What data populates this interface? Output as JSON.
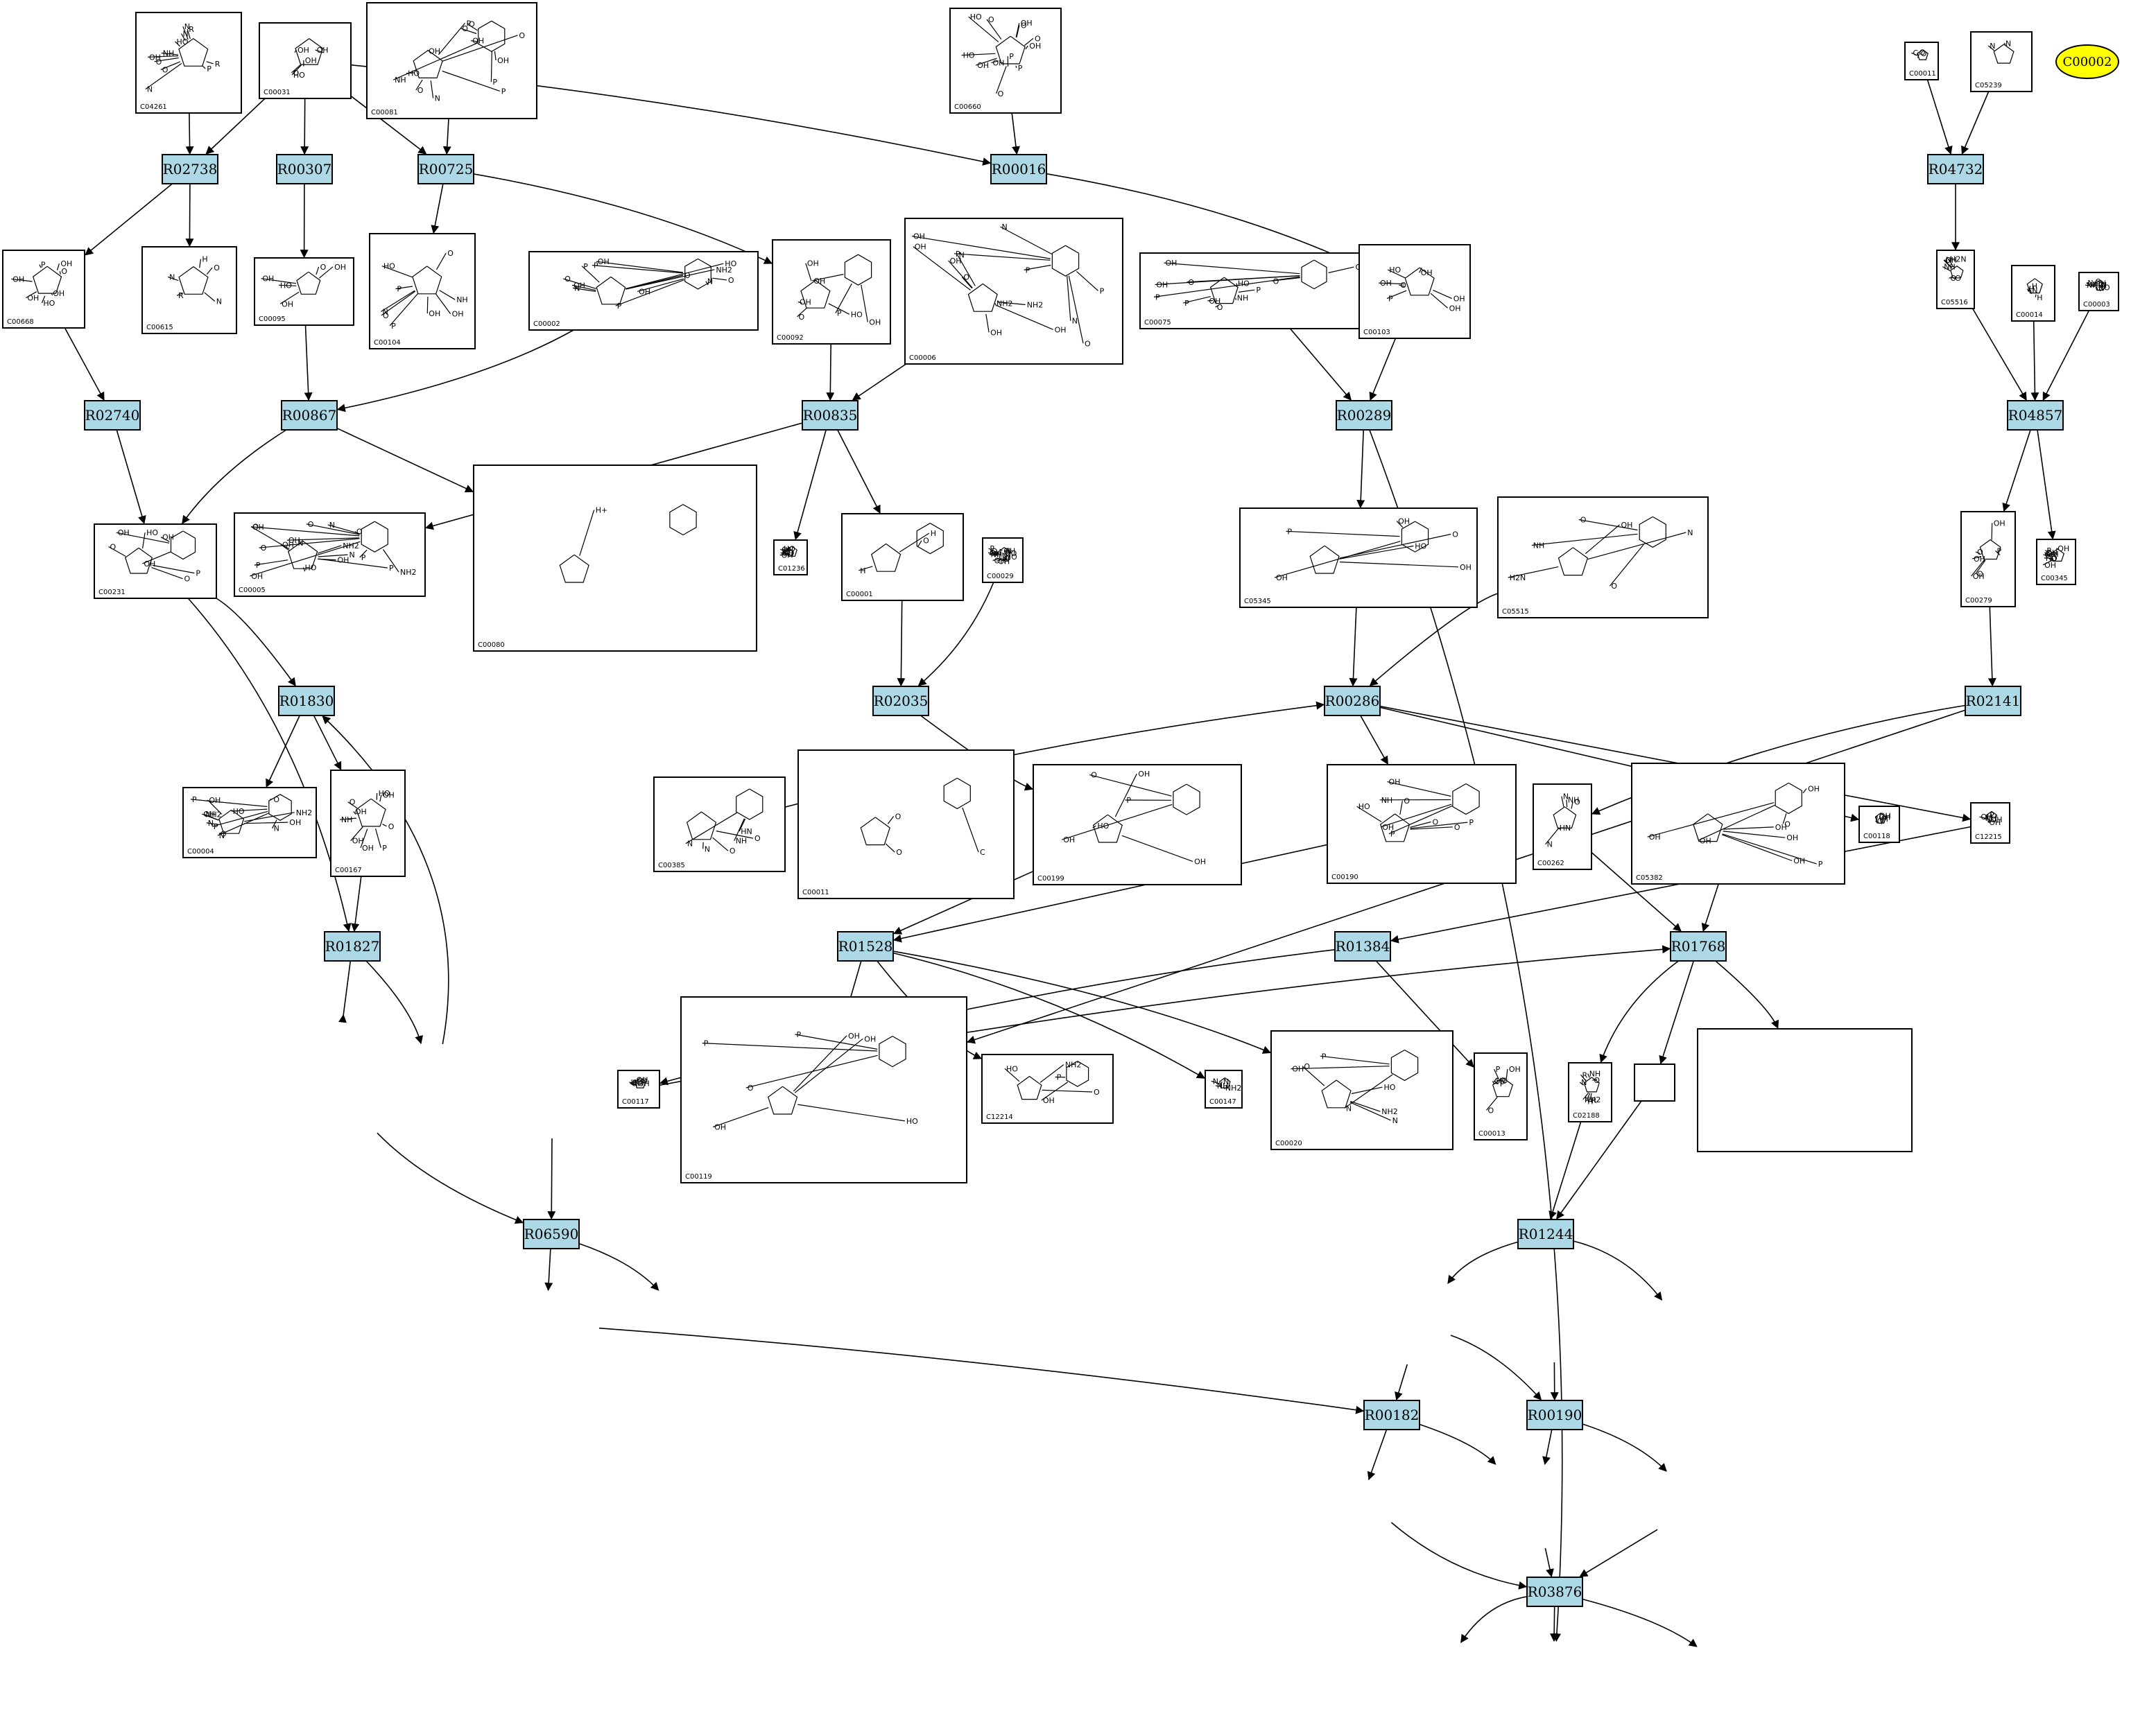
{
  "colors": {
    "reaction_fill": "#add8e6",
    "target_fill": "#ffff00",
    "stroke": "#000000",
    "background": "#ffffff"
  },
  "target": {
    "label": "C00002"
  },
  "reactions": [
    "R02738",
    "R00307",
    "R00725",
    "R00016",
    "R04732",
    "R02740",
    "R00867",
    "R00835",
    "R00289",
    "R04857",
    "R01830",
    "R02035",
    "R00286",
    "R02141",
    "R01827",
    "R01528",
    "R01384",
    "R01768",
    "R06590",
    "R01244",
    "R00182",
    "R00190",
    "R03876"
  ],
  "compounds": [
    {
      "label": "C04261",
      "atoms": [
        "R",
        "NH",
        "N",
        "R",
        "HO",
        "P",
        "OH",
        "O",
        "O",
        "N",
        "N"
      ]
    },
    {
      "label": "C00031",
      "atoms": [
        "HO",
        "OH",
        "OH",
        "OH",
        "O"
      ]
    },
    {
      "label": "C00081",
      "atoms": [
        "HO",
        "OH",
        "P",
        "O",
        "OH",
        "P",
        "O",
        "OH",
        "P",
        "O",
        "N",
        "NH",
        "O"
      ]
    },
    {
      "label": "C00660",
      "atoms": [
        "HO",
        "O",
        "P",
        "O",
        "O",
        "OH",
        "OH",
        "HO",
        "OH",
        "OH",
        "P",
        "O"
      ]
    },
    {
      "label": "C00011",
      "atoms": [
        "O",
        "C",
        "O"
      ]
    },
    {
      "label": "C05239",
      "atoms": [
        "N",
        "N"
      ]
    },
    {
      "label": "C00668",
      "atoms": [
        "HO",
        "P",
        "O",
        "OH",
        "OH",
        "OH",
        "OH"
      ]
    },
    {
      "label": "C00615",
      "atoms": [
        "R",
        "H",
        "N",
        "O",
        "N"
      ]
    },
    {
      "label": "C00095",
      "atoms": [
        "HO",
        "OH",
        "OH",
        "O",
        "OH"
      ]
    },
    {
      "label": "C00104",
      "atoms": [
        "HO",
        "P",
        "O",
        "OH",
        "P",
        "OH",
        "N",
        "NH",
        "O"
      ]
    },
    {
      "label": "C00002",
      "atoms": [
        "HO",
        "P",
        "O",
        "OH",
        "P",
        "O",
        "OH",
        "P",
        "O",
        "OH",
        "NH2",
        "N",
        "N"
      ]
    },
    {
      "label": "C00092",
      "atoms": [
        "HO",
        "P",
        "O",
        "OH",
        "OH",
        "OH",
        "OH"
      ]
    },
    {
      "label": "C00006",
      "atoms": [
        "NH2",
        "N",
        "O",
        "P",
        "OH",
        "P",
        "OH",
        "O",
        "NH2",
        "N",
        "N",
        "OH",
        "OH",
        "P",
        "OH"
      ]
    },
    {
      "label": "C00075",
      "atoms": [
        "HO",
        "P",
        "O",
        "OH",
        "P",
        "OH",
        "P",
        "O",
        "OH",
        "OH",
        "NH",
        "O"
      ]
    },
    {
      "label": "C00103",
      "atoms": [
        "HO",
        "P",
        "O",
        "OH",
        "OH",
        "OH",
        "OH"
      ]
    },
    {
      "label": "C05516",
      "atoms": [
        "OH",
        "O",
        "H2N",
        "O",
        "N",
        "NH"
      ]
    },
    {
      "label": "C00014",
      "atoms": [
        "H",
        "N",
        "H",
        "H"
      ]
    },
    {
      "label": "C00003",
      "atoms": [
        "HO",
        "P",
        "O",
        "OH",
        "N",
        "NH2",
        "N"
      ]
    },
    {
      "label": "C00005",
      "atoms": [
        "NH2",
        "O",
        "N",
        "O",
        "P",
        "OH",
        "O",
        "P",
        "OH",
        "NH2",
        "N",
        "N",
        "HO",
        "OH",
        "OH",
        "O",
        "P",
        "OH"
      ]
    },
    {
      "label": "C00080",
      "atoms": [
        "H+"
      ]
    },
    {
      "label": "C01236",
      "atoms": [
        "HO",
        "P",
        "O",
        "OH",
        "OH",
        "OH",
        "O"
      ]
    },
    {
      "label": "C00001",
      "atoms": [
        "H",
        "O",
        "H"
      ]
    },
    {
      "label": "C00029",
      "atoms": [
        "HO",
        "P",
        "O",
        "OH",
        "P",
        "O",
        "OH",
        "HO",
        "OH",
        "OH",
        "NH",
        "O"
      ]
    },
    {
      "label": "C05345",
      "atoms": [
        "HO",
        "P",
        "O",
        "OH",
        "OH",
        "OH"
      ]
    },
    {
      "label": "C05515",
      "atoms": [
        "OH",
        "O",
        "H2N",
        "O",
        "N",
        "NH"
      ]
    },
    {
      "label": "C00231",
      "atoms": [
        "HO",
        "OH",
        "O",
        "OH",
        "P",
        "OH",
        "O"
      ]
    },
    {
      "label": "C00279",
      "atoms": [
        "O",
        "OH",
        "OH",
        "O",
        "P",
        "OH"
      ]
    },
    {
      "label": "C00345",
      "atoms": [
        "HO",
        "OH",
        "OH",
        "OH",
        "OH",
        "P",
        "OH",
        "O"
      ]
    },
    {
      "label": "C00004",
      "atoms": [
        "NH2",
        "N",
        "O",
        "P",
        "OH",
        "P",
        "OH",
        "O",
        "NH2",
        "N",
        "N",
        "HO",
        "OH"
      ]
    },
    {
      "label": "C00167",
      "atoms": [
        "HO",
        "OH",
        "OH",
        "P",
        "OH",
        "O",
        "OH",
        "NH",
        "O"
      ]
    },
    {
      "label": "C00385",
      "atoms": [
        "O",
        "NH",
        "N",
        "HN",
        "O",
        "N"
      ]
    },
    {
      "label": "C00011",
      "atoms": [
        "O",
        "C",
        "O"
      ]
    },
    {
      "label": "C00199",
      "atoms": [
        "HO",
        "OH",
        "OH",
        "P",
        "OH",
        "O"
      ]
    },
    {
      "label": "C00190",
      "atoms": [
        "HO",
        "P",
        "O",
        "OH",
        "P",
        "OH",
        "O",
        "NH",
        "O"
      ]
    },
    {
      "label": "C00262",
      "atoms": [
        "O",
        "HN",
        "N",
        "N",
        "NH"
      ]
    },
    {
      "label": "C05382",
      "atoms": [
        "OH",
        "O",
        "OH",
        "OH",
        "OH",
        "OH",
        "P",
        "OH"
      ]
    },
    {
      "label": "C00118",
      "atoms": [
        "O",
        "H",
        "OH",
        "P",
        "OH"
      ]
    },
    {
      "label": "C12215",
      "atoms": [
        "NH",
        "OH",
        "OH",
        "P",
        "OH"
      ]
    },
    {
      "label": "C00117",
      "atoms": [
        "HO",
        "P",
        "O",
        "OH",
        "OH",
        "OH"
      ]
    },
    {
      "label": "C12214",
      "atoms": [
        "HO",
        "P",
        "O",
        "OH",
        "NH2"
      ]
    },
    {
      "label": "C00147",
      "atoms": [
        "NH2",
        "N",
        "N",
        "NH"
      ]
    },
    {
      "label": "C00119",
      "atoms": [
        "HO",
        "P",
        "OH",
        "O",
        "OH",
        "P",
        "OH"
      ]
    },
    {
      "label": "C00020",
      "atoms": [
        "HO",
        "P",
        "O",
        "OH",
        "NH2",
        "N",
        "N"
      ]
    },
    {
      "label": "C00013",
      "atoms": [
        "HO",
        "P",
        "O",
        "OH",
        "P",
        "OH"
      ]
    },
    {
      "label": "C02188",
      "atoms": [
        "R",
        "NH",
        "N",
        "R",
        "H",
        "NH2",
        "O"
      ]
    },
    {
      "label": "",
      "atoms": []
    },
    {
      "label": "",
      "atoms": []
    }
  ]
}
